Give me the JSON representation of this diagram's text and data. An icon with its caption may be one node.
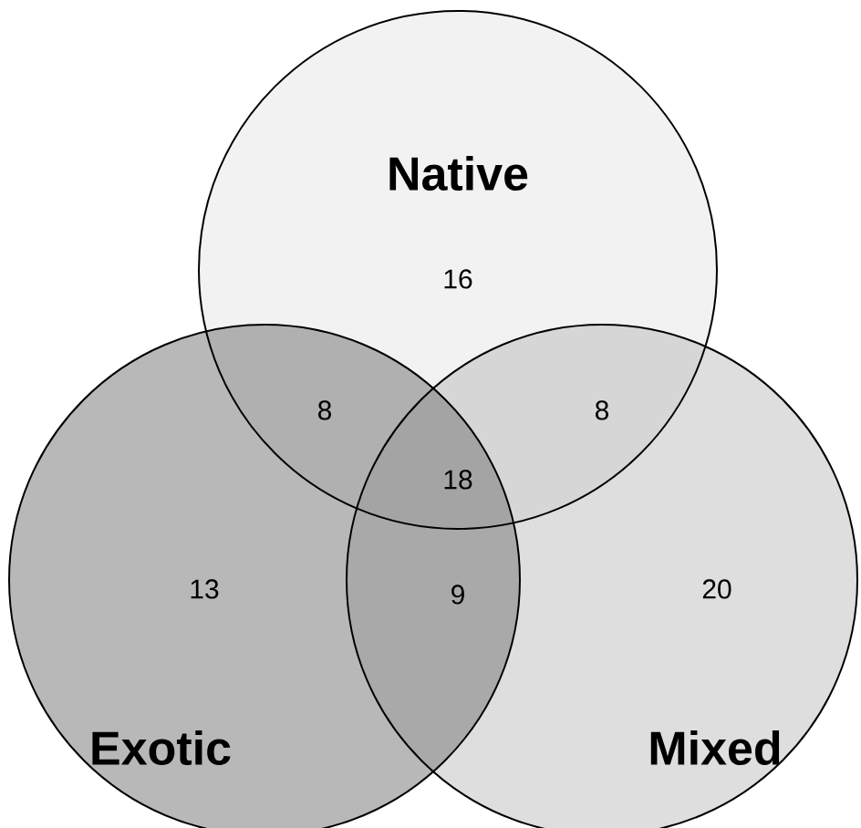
{
  "diagram": {
    "nodes": [
      {
        "text": [
          "Native"
        ]
      },
      {
        "text": [
          "Exotic"
        ]
      },
      {
        "text": [
          "Mixed"
        ]
      }
    ],
    "labels": [
      "16",
      "8",
      "8",
      "18",
      "13",
      "20",
      "9"
    ]
  }
}
